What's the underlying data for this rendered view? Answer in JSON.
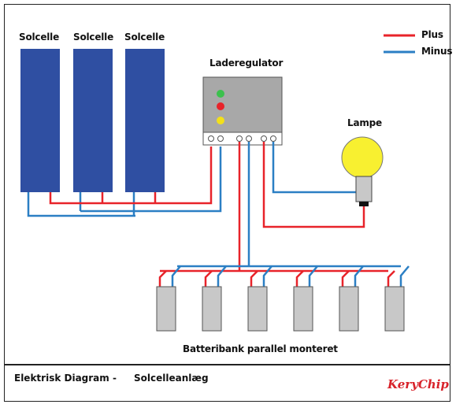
{
  "colors": {
    "plus": "#e8232a",
    "minus": "#2b7fc4",
    "panel_fill": "#2f4fa2",
    "regulator_fill": "#a8a8a8",
    "battery_fill": "#c8c8c8",
    "led_green": "#3cc14d",
    "led_red": "#e8232a",
    "led_yellow": "#f3e01a",
    "lamp_fill": "#f8f030",
    "brand": "#d8222a"
  },
  "legend": {
    "plus_label": "Plus",
    "minus_label": "Minus"
  },
  "panels": {
    "labels": [
      "Solcelle",
      "Solcelle",
      "Solcelle"
    ]
  },
  "regulator": {
    "label": "Laderegulator",
    "leds": [
      "green",
      "red",
      "yellow"
    ],
    "terminal_count": 6
  },
  "lamp": {
    "label": "Lampe"
  },
  "battery_bank": {
    "label": "Batteribank parallel monteret",
    "battery_count": 6
  },
  "footer": {
    "left_text": "Elektrisk Diagram -",
    "middle_text": "Solcelleanlæg",
    "brand": "KeryChip"
  }
}
